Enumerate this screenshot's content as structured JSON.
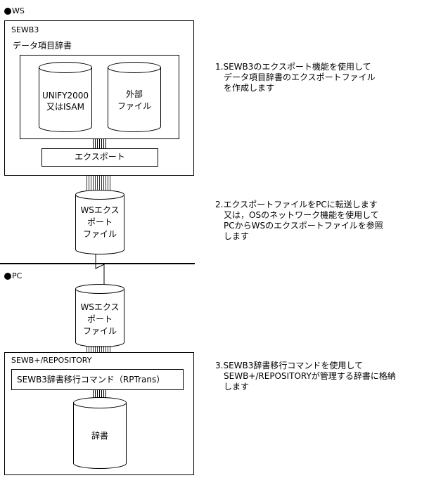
{
  "ws": {
    "label": "WS",
    "system_title": "SEWB3",
    "dictionary_label": "データ項目辞書",
    "db1_line1": "UNIFY2000",
    "db1_line2": "又はISAM",
    "db2_line1": "外部",
    "db2_line2": "ファイル",
    "export_label": "エクスポート"
  },
  "transfer": {
    "file_line1": "WSエクス",
    "file_line2": "ポート",
    "file_line3": "ファイル"
  },
  "pc": {
    "label": "PC",
    "file_line1": "WSエクス",
    "file_line2": "ポート",
    "file_line3": "ファイル",
    "system_title": "SEWB+/REPOSITORY",
    "command_label": "SEWB3辞書移行コマンド（RPTrans）",
    "dict_label": "辞書"
  },
  "notes": {
    "n1": [
      "1.SEWB3のエクスポート機能を使用して",
      "データ項目辞書のエクスポートファイル",
      "を作成します"
    ],
    "n2": [
      "2.エクスポートファイルをPCに転送します",
      "又は，OSのネットワーク機能を使用して",
      "PCからWSのエクスポートファイルを参照",
      "します"
    ],
    "n3": [
      "3.SEWB3辞書移行コマンドを使用して",
      "SEWB+/REPOSITORYが管理する辞書に格納",
      "します"
    ]
  }
}
